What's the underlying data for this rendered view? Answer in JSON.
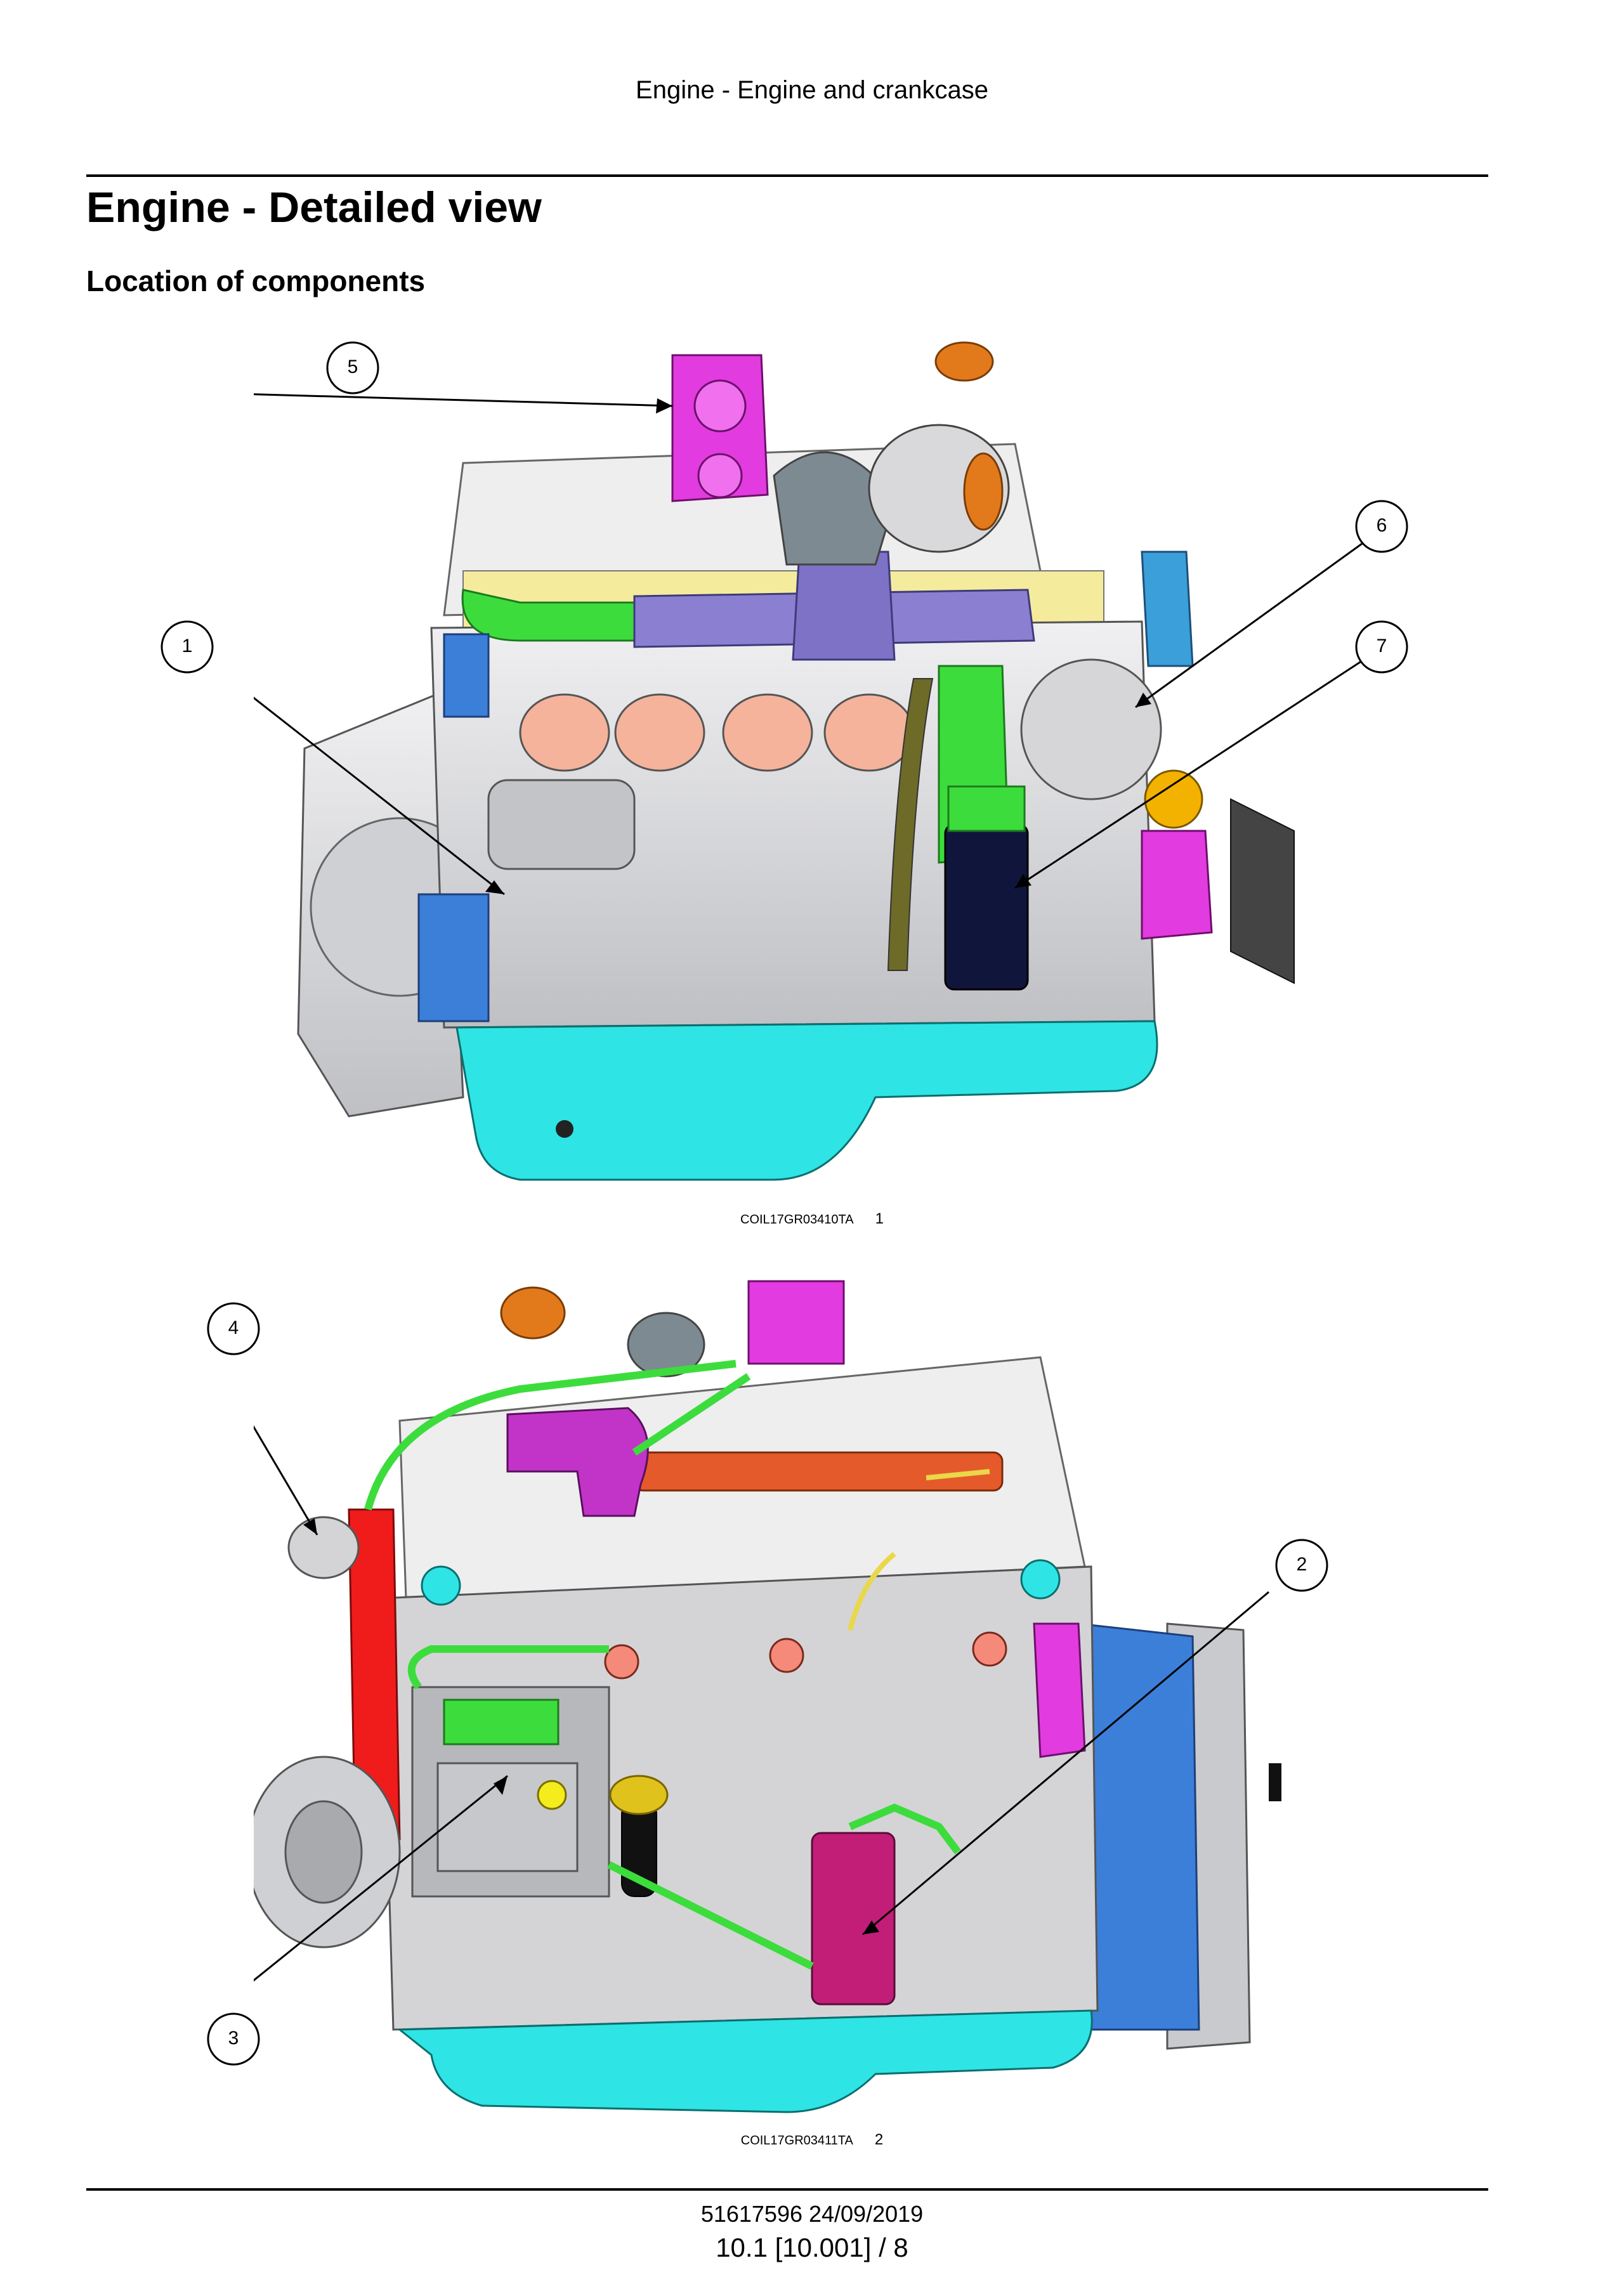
{
  "header": {
    "running_title": "Engine - Engine and crankcase"
  },
  "title": "Engine - Detailed view",
  "section": "Location of components",
  "figures": [
    {
      "code": "COIL17GR03410TA",
      "number": "1",
      "callouts": [
        "1",
        "5",
        "6",
        "7"
      ]
    },
    {
      "code": "COIL17GR03411TA",
      "number": "2",
      "callouts": [
        "2",
        "3",
        "4"
      ]
    }
  ],
  "footer": {
    "doc_id": "51617596 24/09/2019",
    "page": "10.1 [10.001] / 8"
  },
  "colors": {
    "oil_pan": "#2fe4e4",
    "intake_green": "#3ddc3d",
    "manifold_purple": "#8a7fd0",
    "throttle_magenta": "#e23be0",
    "turbo_orange": "#e27a1c",
    "bracket_blue": "#3b7fd9",
    "belt_red": "#f01c1c",
    "fuel_rail_orange": "#e55a2a",
    "filter_dark_blue": "#10153c",
    "filter_pink": "#c21e78",
    "engine_gray": "#d4d4d6"
  }
}
